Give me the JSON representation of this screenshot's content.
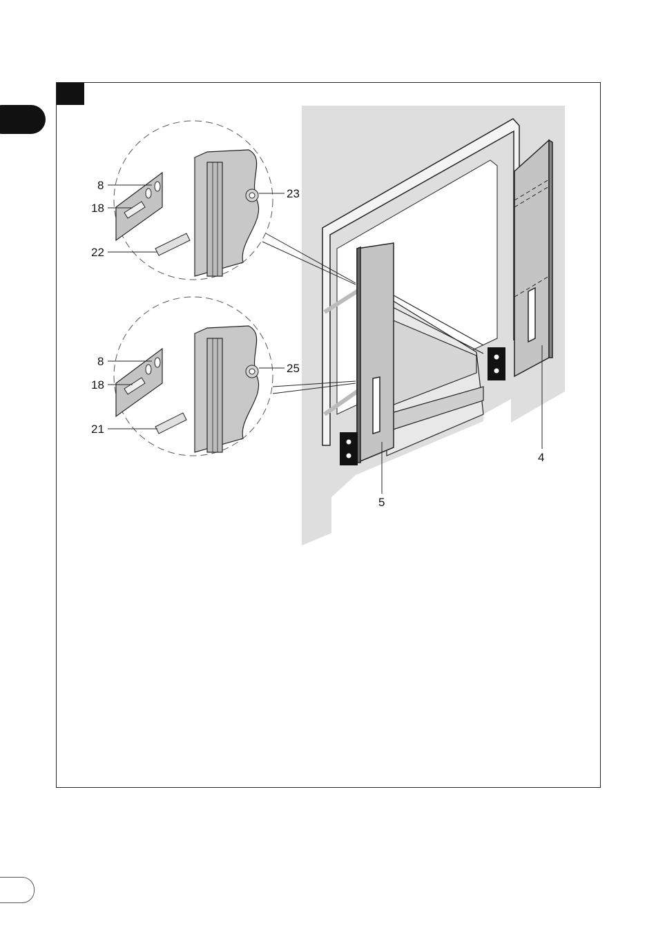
{
  "diagram": {
    "callouts": {
      "upper_plate": "8",
      "upper_spacer": "18",
      "upper_bolt": "22",
      "upper_nut": "23",
      "lower_plate": "8",
      "lower_spacer": "18",
      "lower_bolt": "21",
      "lower_nut": "25",
      "right_panel": "4",
      "front_panel": "5"
    },
    "colors": {
      "wall": "#dedede",
      "panel": "#c4c4c4",
      "line": "#222222",
      "badge": "#111111"
    }
  }
}
